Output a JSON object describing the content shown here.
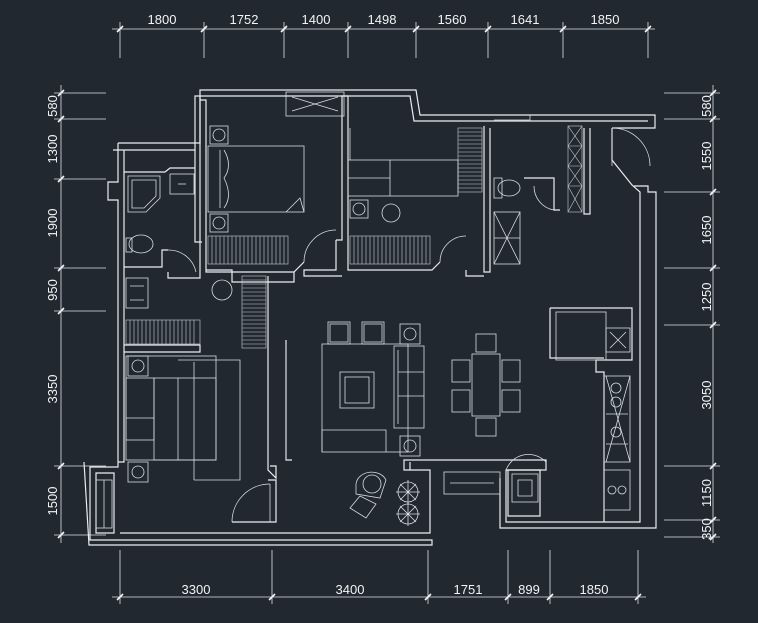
{
  "dimensions": {
    "top": [
      "1800",
      "1752",
      "1400",
      "1498",
      "1560",
      "1641",
      "1850"
    ],
    "bottom": [
      "3300",
      "3400",
      "1751",
      "899",
      "1850"
    ],
    "left": [
      "580",
      "1300",
      "1900",
      "950",
      "3350",
      "1500"
    ],
    "right": [
      "580",
      "1550",
      "1650",
      "1250",
      "3050",
      "1150",
      "350"
    ]
  },
  "colors": {
    "background": "#212830",
    "lines": "#e9edf1"
  }
}
